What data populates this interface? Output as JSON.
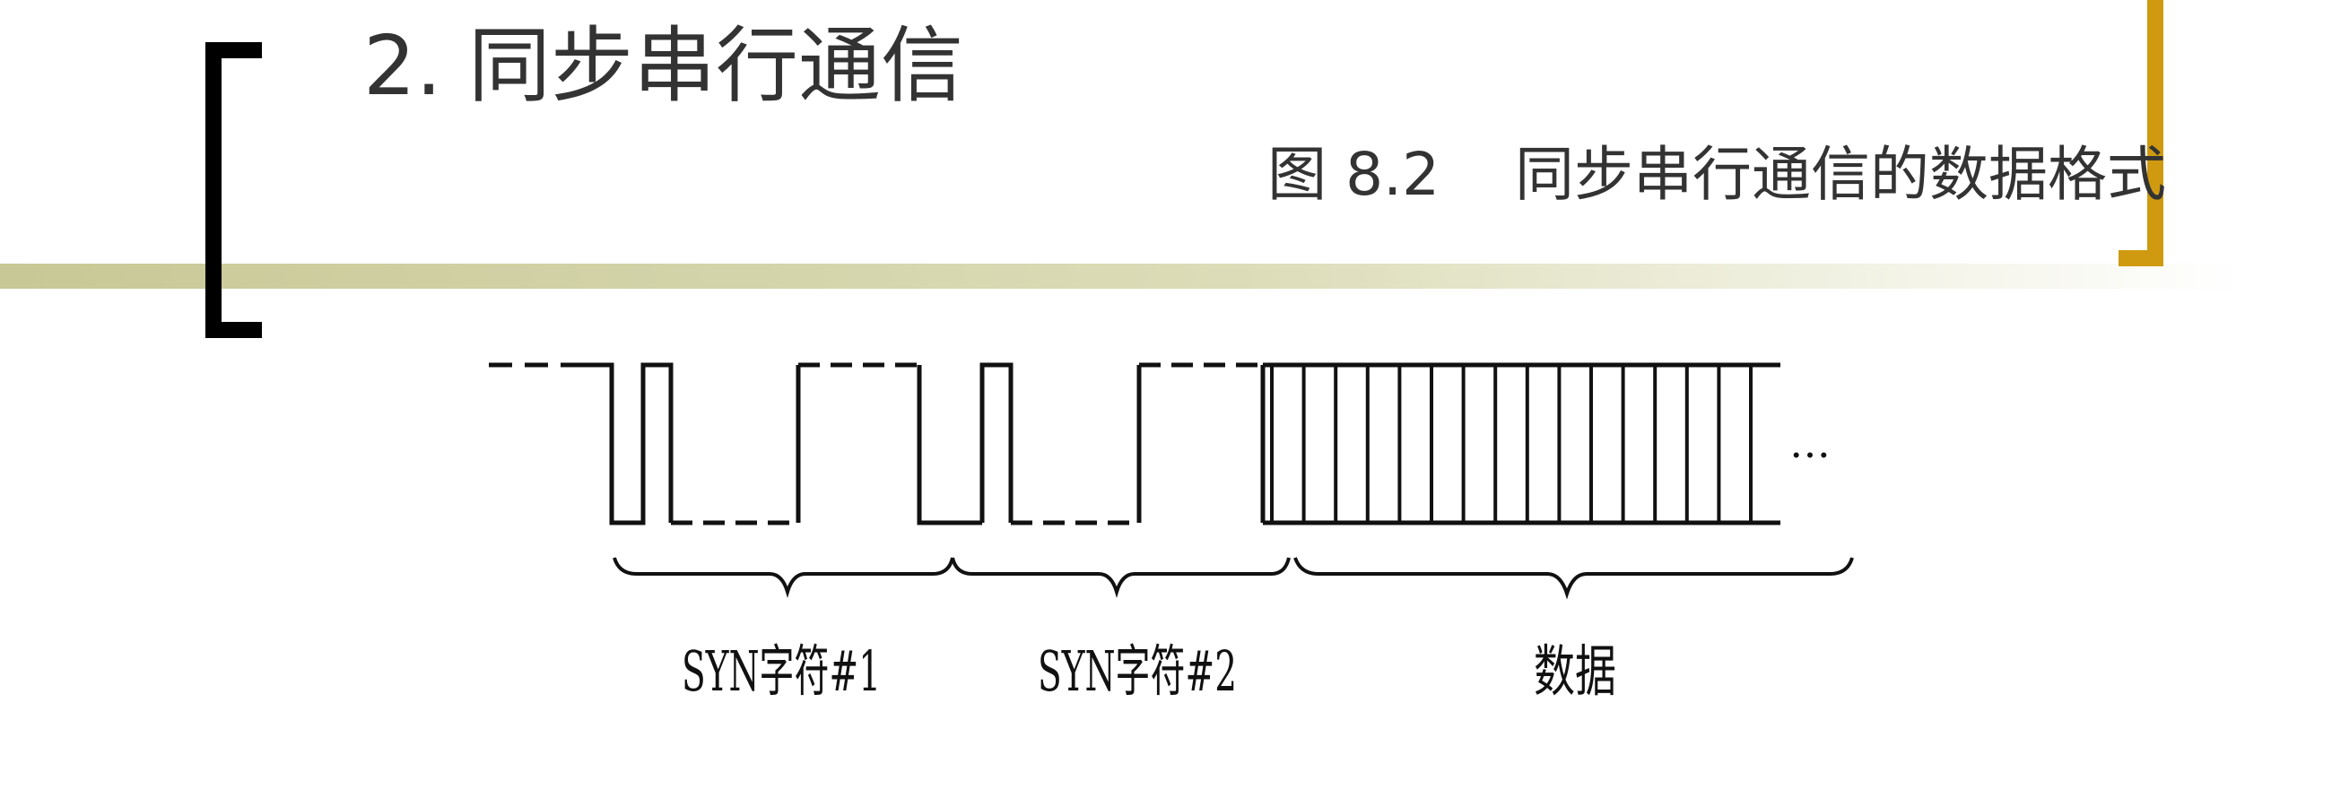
{
  "slide": {
    "title": "2.  同步串行通信",
    "caption": "图 8.2    同步串行通信的数据格式"
  },
  "diagram": {
    "labels": {
      "syn1": "SYN字符#1",
      "syn2": "SYN字符#2",
      "data": "数据",
      "ellipsis": "…"
    }
  },
  "colors": {
    "left_bracket": "#000000",
    "right_bracket": "#d09a10",
    "divider_bar": "#cdcd9e",
    "text": "#333333"
  }
}
